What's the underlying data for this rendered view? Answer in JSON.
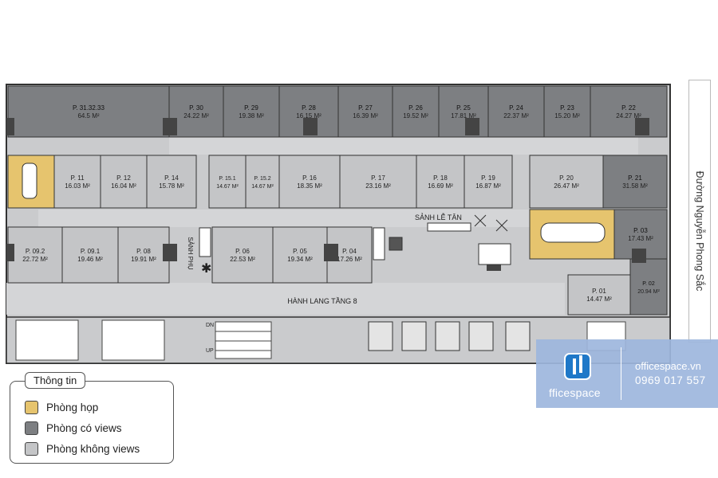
{
  "street": "Đường Nguyễn Phong Sắc",
  "rooms": [
    {
      "id": "p31",
      "name": "P. 31.32.33",
      "area": "64.5 M²",
      "type": "views"
    },
    {
      "id": "p30",
      "name": "P. 30",
      "area": "24.22 M²",
      "type": "views"
    },
    {
      "id": "p29",
      "name": "P. 29",
      "area": "19.38 M²",
      "type": "views"
    },
    {
      "id": "p28",
      "name": "P. 28",
      "area": "16.15 M²",
      "type": "views"
    },
    {
      "id": "p27",
      "name": "P. 27",
      "area": "16.39 M²",
      "type": "views"
    },
    {
      "id": "p26",
      "name": "P. 26",
      "area": "19.52 M²",
      "type": "views"
    },
    {
      "id": "p25",
      "name": "P. 25",
      "area": "17.81 M²",
      "type": "views"
    },
    {
      "id": "p24",
      "name": "P. 24",
      "area": "22.37 M²",
      "type": "views"
    },
    {
      "id": "p23",
      "name": "P. 23",
      "area": "15.20 M²",
      "type": "views"
    },
    {
      "id": "p22",
      "name": "P. 22",
      "area": "24.27 M²",
      "type": "views"
    },
    {
      "id": "p11",
      "name": "P. 11",
      "area": "16.03 M²",
      "type": "noviews"
    },
    {
      "id": "p12",
      "name": "P. 12",
      "area": "16.04 M²",
      "type": "noviews"
    },
    {
      "id": "p14",
      "name": "P. 14",
      "area": "15.78 M²",
      "type": "noviews"
    },
    {
      "id": "p151",
      "name": "P. 15.1",
      "area": "14.67 M²",
      "type": "noviews"
    },
    {
      "id": "p152",
      "name": "P. 15.2",
      "area": "14.67 M²",
      "type": "noviews"
    },
    {
      "id": "p16",
      "name": "P. 16",
      "area": "18.35 M²",
      "type": "noviews"
    },
    {
      "id": "p17",
      "name": "P. 17",
      "area": "23.16 M²",
      "type": "noviews"
    },
    {
      "id": "p18",
      "name": "P. 18",
      "area": "16.69 M²",
      "type": "noviews"
    },
    {
      "id": "p19",
      "name": "P. 19",
      "area": "16.87 M²",
      "type": "noviews"
    },
    {
      "id": "p20",
      "name": "P. 20",
      "area": "26.47 M²",
      "type": "noviews"
    },
    {
      "id": "p21",
      "name": "P. 21",
      "area": "31.58 M²",
      "type": "views"
    },
    {
      "id": "p03",
      "name": "P. 03",
      "area": "17.43 M²",
      "type": "views"
    },
    {
      "id": "p092",
      "name": "P. 09.2",
      "area": "22.72 M²",
      "type": "noviews"
    },
    {
      "id": "p091",
      "name": "P. 09.1",
      "area": "19.46 M²",
      "type": "noviews"
    },
    {
      "id": "p08",
      "name": "P. 08",
      "area": "19.91 M²",
      "type": "noviews"
    },
    {
      "id": "p06",
      "name": "P. 06",
      "area": "22.53 M²",
      "type": "noviews"
    },
    {
      "id": "p05",
      "name": "P. 05",
      "area": "19.34 M²",
      "type": "noviews"
    },
    {
      "id": "p04",
      "name": "P. 04",
      "area": "17.26 M²",
      "type": "noviews"
    },
    {
      "id": "p01",
      "name": "P. 01",
      "area": "14.47 M²",
      "type": "noviews"
    },
    {
      "id": "p02",
      "name": "P. 02",
      "area": "20.94 M²",
      "type": "views"
    }
  ],
  "labels": {
    "lobby": "SẢNH LỄ TÂN",
    "side_lobby": "SẢNH PHỤ",
    "corridor": "HÀNH LANG TẦNG 8",
    "down": "DN",
    "up": "UP"
  },
  "legend": {
    "title": "Thông tin",
    "items": [
      {
        "label": "Phòng họp",
        "color": "#e6c46e"
      },
      {
        "label": "Phòng có views",
        "color": "#7d7f82"
      },
      {
        "label": "Phòng không views",
        "color": "#c4c5c7"
      }
    ]
  },
  "brand": {
    "name": "fficespace",
    "site": "officespace.vn",
    "phone": "0969 017 557"
  },
  "colors": {
    "meeting": "#e6c46e",
    "views": "#7d7f82",
    "noviews": "#c4c5c7",
    "corridor": "#cacbcd",
    "wall": "#333333"
  }
}
